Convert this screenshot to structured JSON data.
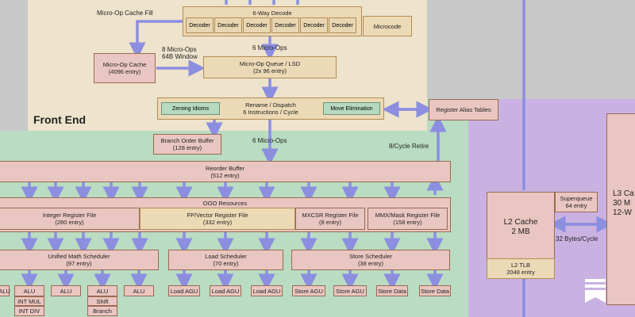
{
  "colors": {
    "frontend_bg": "#eee3cc",
    "backend_bg": "#b9dcc2",
    "l2_bg": "#c9b2e2",
    "page_bg": "#c8c8c8",
    "arrow": "#8c8ee0",
    "box_fill": "#e9c6c1",
    "box_border": "#9c6a52"
  },
  "labels": {
    "front_end": "Front End",
    "uop_cache_fill": "Micro-Op Cache Fill",
    "eight_uops": "8 Micro-Ops",
    "window_64b": "64B Window",
    "six_uops_a": "6 Micro-Ops",
    "six_uops_b": "6 Micro-Ops",
    "retire": "8/Cycle Retire",
    "bw_32": "32 Bytes/Cycle"
  },
  "decode": {
    "title": "6-Way Decode",
    "decoders": [
      "Decoder",
      "Decoder",
      "Decoder",
      "Decoder",
      "Decoder",
      "Decoder"
    ],
    "microcode": "Microcode"
  },
  "uop_cache": {
    "name": "Micro-Op Cache",
    "size": "(4096 entry)"
  },
  "uop_queue": {
    "name": "Micro-Op Queue / LSD",
    "size": "(2x 96 entry)"
  },
  "rename": {
    "name": "Rename / Dispatch",
    "rate": "6 Instructions / Cycle",
    "zeroing": "Zeroing Idioms",
    "move_elim": "Move Elimination"
  },
  "rat": {
    "name": "Register Alias Tables"
  },
  "bob": {
    "name": "Branch Order Buffer",
    "size": "(128 entry)"
  },
  "rob": {
    "name": "Reorder Buffer",
    "size": "(512 entry)"
  },
  "ooo": {
    "title": "OOO Resources",
    "int_rf": {
      "name": "Integer Register File",
      "size": "(280 entry)"
    },
    "fp_rf": {
      "name": "FP/Vector Register File",
      "size": "(332 entry)"
    },
    "mxcsr_rf": {
      "name": "MXCSR Register File",
      "size": "(8 entry)"
    },
    "mmx_rf": {
      "name": "MMX/Mask Register File",
      "size": "(158 entry)"
    }
  },
  "schedulers": {
    "math": {
      "name": "Unified Math Scheduler",
      "size": "(97 entry)"
    },
    "load": {
      "name": "Load Scheduler",
      "size": "(70 entry)"
    },
    "store": {
      "name": "Store Scheduler",
      "size": "(38 entry)"
    }
  },
  "units": {
    "alu1": "ALU",
    "alu2": "ALU",
    "int_mul": "INT MUL",
    "int_div": "INT DIV",
    "alu3": "ALU",
    "alu4": "ALU",
    "shift": "Shift",
    "branch": "Branch",
    "alu5": "ALU",
    "load_agu1": "Load AGU",
    "load_agu2": "Load AGU",
    "load_agu3": "Load AGU",
    "store_agu1": "Store AGU",
    "store_agu2": "Store AGU",
    "store_data1": "Store Data",
    "store_data2": "Store Data"
  },
  "l2": {
    "name": "L2 Cache",
    "size": "2 MB",
    "superqueue": "Superqueue",
    "superqueue_size": "64 entry",
    "tlb": "L2 TLB",
    "tlb_size": "2048 entry"
  },
  "l3": {
    "line1": "L3 Ca",
    "line2": "30 M",
    "line3": "12-W"
  },
  "icons": {
    "bookmark": "bookmark-icon"
  }
}
